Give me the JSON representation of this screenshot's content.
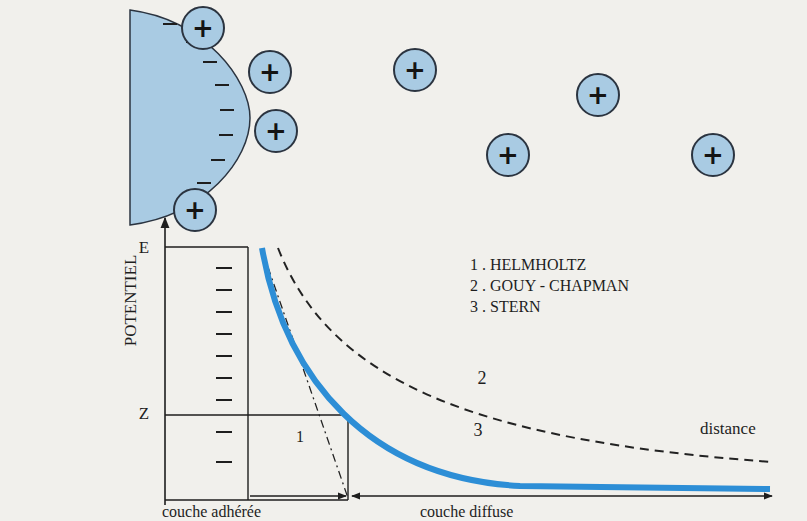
{
  "diagram": {
    "nodes": [
      {
        "text": [
          "+"
        ]
      },
      {
        "text": [
          "+"
        ]
      },
      {
        "text": [
          "+"
        ]
      },
      {
        "text": [
          "+"
        ]
      },
      {
        "text": [
          "+"
        ]
      },
      {
        "text": [
          "+"
        ]
      },
      {
        "text": [
          "+"
        ]
      },
      {
        "text": [
          "+"
        ]
      }
    ],
    "labels": [
      "POTENTIEL",
      "E",
      "Z",
      "1 . HELMHOLTZ",
      "2 . GOUY - CHAPMAN",
      "3 . STERN",
      "2",
      "3",
      "1",
      "distance",
      "couche adhérée",
      "couche diffuse"
    ]
  }
}
